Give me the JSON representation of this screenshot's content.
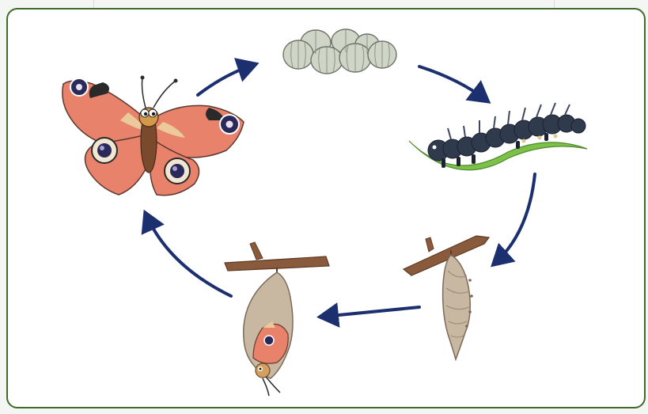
{
  "diagram": {
    "stages": [
      {
        "id": "eggs",
        "icon": "eggs-icon"
      },
      {
        "id": "caterpillar",
        "icon": "caterpillar-icon"
      },
      {
        "id": "chrysalis",
        "icon": "chrysalis-icon"
      },
      {
        "id": "emerging-butterfly",
        "icon": "emerging-butterfly-icon"
      },
      {
        "id": "adult-butterfly",
        "icon": "peacock-butterfly-icon"
      }
    ],
    "cycle_arrows": 5
  },
  "colors": {
    "frame_border": "#3e6b2c",
    "arrow": "#1c2f6e",
    "egg": "#c4cbbc",
    "caterpillar": "#303a4d",
    "leaf": "#7cc24a",
    "twig": "#8a5a3c",
    "chrysalis": "#c8b8a2",
    "wing_orange": "#e9826a",
    "wing_tan": "#ecc99a"
  }
}
